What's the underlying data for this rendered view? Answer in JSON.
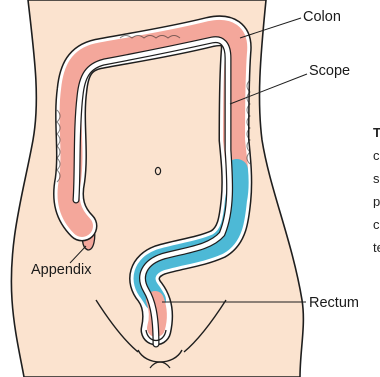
{
  "labels": {
    "colon": "Colon",
    "scope": "Scope",
    "appendix": "Appendix",
    "rectum": "Rectum"
  },
  "cut_text": [
    "T",
    "c",
    "s",
    "p",
    "c",
    "te"
  ],
  "colors": {
    "skin": "#fbe3cf",
    "outline": "#1e1e1e",
    "colon_pink": "#f4a79b",
    "colon_blue": "#4db9d6",
    "scope_white": "#ffffff",
    "wall_white": "#ffffff"
  }
}
